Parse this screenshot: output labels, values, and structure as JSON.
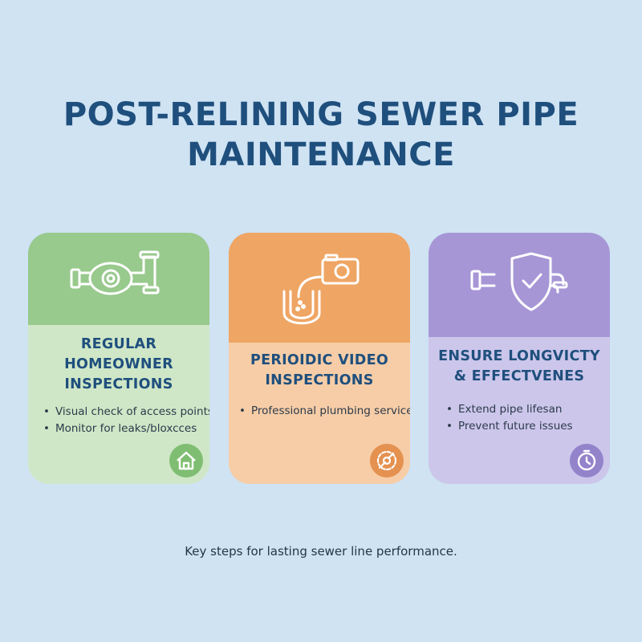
{
  "title": {
    "line1": "POST-RELINING SEWER PIPE",
    "line2": "MAINTENANCE"
  },
  "colors": {
    "background": "#cfe3f3",
    "title": "#1f4f7d",
    "green_top": "#98c98d",
    "green_bottom": "#cfe7c7",
    "orange_top": "#efa564",
    "orange_bottom": "#f6cda7",
    "purple_top": "#a796d6",
    "purple_bottom": "#ccc6eb"
  },
  "cards": [
    {
      "title_lines": [
        "REGULAR",
        "HOMEOWNER",
        "INSPECTIONS"
      ],
      "bullets": [
        "Visual check of access points",
        "Monitor for leaks/bloxcces"
      ],
      "icon": "pipe-with-eye-icon",
      "badge_icon": "house-icon"
    },
    {
      "title_lines": [
        "PERIOIDIC VIDEO",
        "INSPECTIONS"
      ],
      "bullets": [
        "Professional plumbing service"
      ],
      "icon": "camera-in-pipe-icon",
      "badge_icon": "wrench-gear-icon"
    },
    {
      "title_lines": [
        "ENSURE LONGVICTY",
        "& EFFECTVENES"
      ],
      "bullets": [
        "Extend pipe lifesan",
        "Prevent future issues"
      ],
      "icon": "pipe-with-shield-icon",
      "badge_icon": "clock-icon"
    }
  ],
  "footer": "Key steps for lasting sewer line performance."
}
